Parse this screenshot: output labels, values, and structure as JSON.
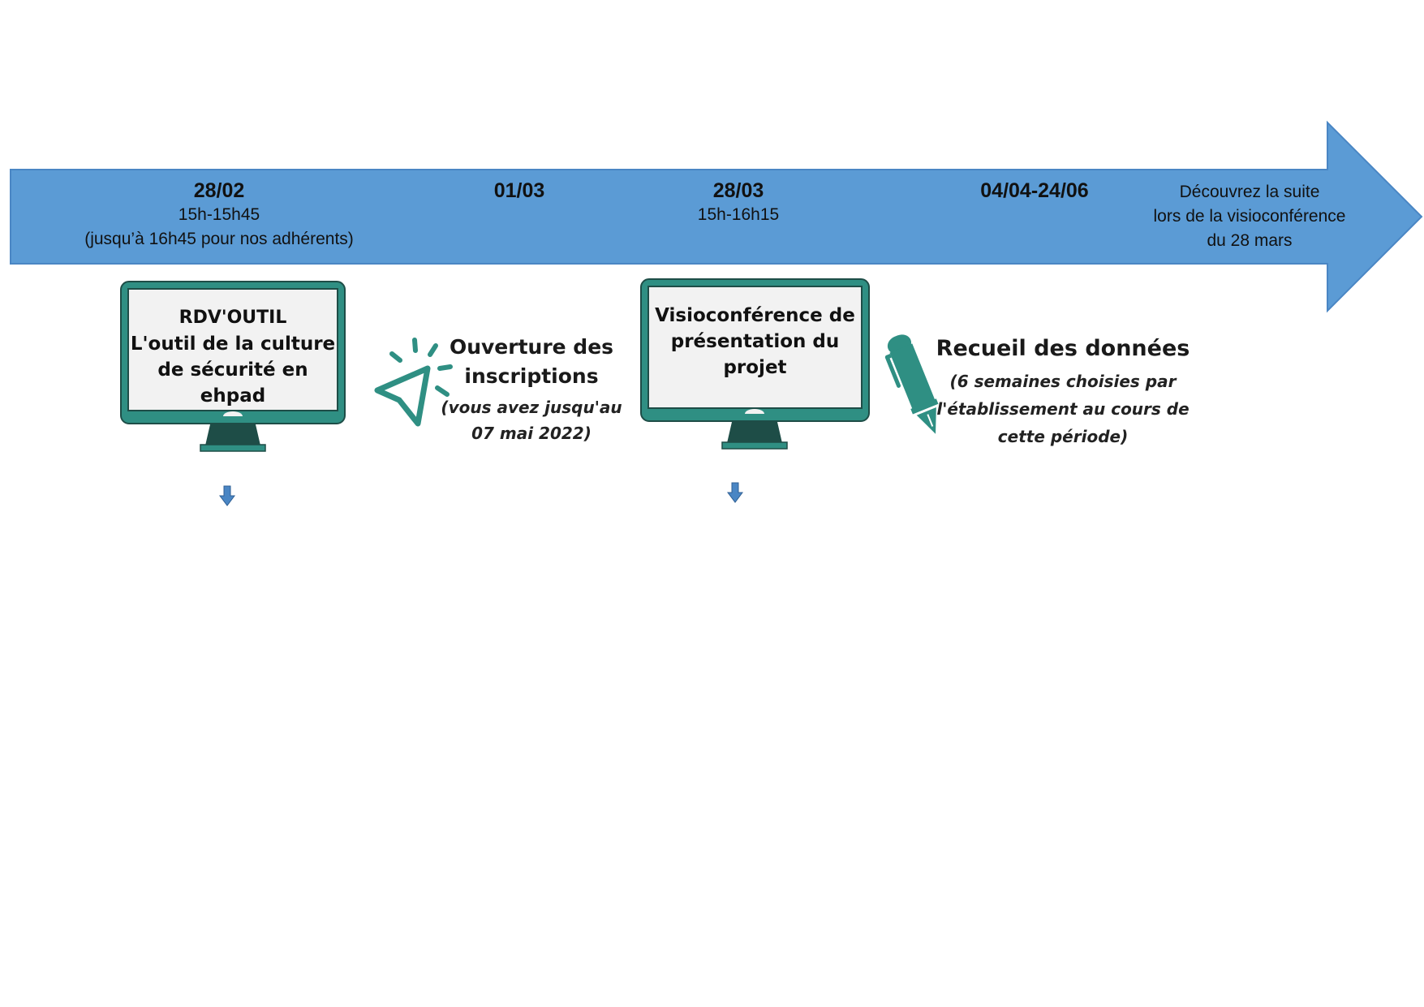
{
  "colors": {
    "arrow": "#5b9bd5",
    "teal": "#2f8f83",
    "dark": "#1e4d47",
    "screen": "#f2f2f2",
    "small_arrow": "#4a86c4"
  },
  "timeline": {
    "milestones": [
      {
        "date": "28/02",
        "line1": "15h-15h45",
        "line2": "(jusqu’à 16h45 pour nos adhérents)"
      },
      {
        "date": "01/03"
      },
      {
        "date": "28/03",
        "line1": "15h-16h15"
      },
      {
        "date": "04/04-24/06"
      }
    ],
    "end_note": [
      "Découvrez la suite",
      "lors de la visioconférence",
      "du 28 mars"
    ]
  },
  "steps": {
    "rdv": {
      "icon": "monitor-icon",
      "lines": [
        "RDV'OUTIL",
        "L'outil de la culture",
        "de sécurité en ehpad"
      ]
    },
    "inscriptions": {
      "icon": "cursor-click-icon",
      "title": [
        "Ouverture des",
        "inscriptions"
      ],
      "note": [
        "(vous avez jusqu'au",
        "07 mai 2022)"
      ]
    },
    "visio": {
      "icon": "monitor-icon",
      "lines": [
        "Visioconférence de",
        "présentation du",
        "projet"
      ]
    },
    "recueil": {
      "icon": "pen-icon",
      "title": "Recueil des données",
      "note": [
        "(6 semaines choisies par",
        "l'établissement au cours de",
        "cette période)"
      ]
    }
  }
}
